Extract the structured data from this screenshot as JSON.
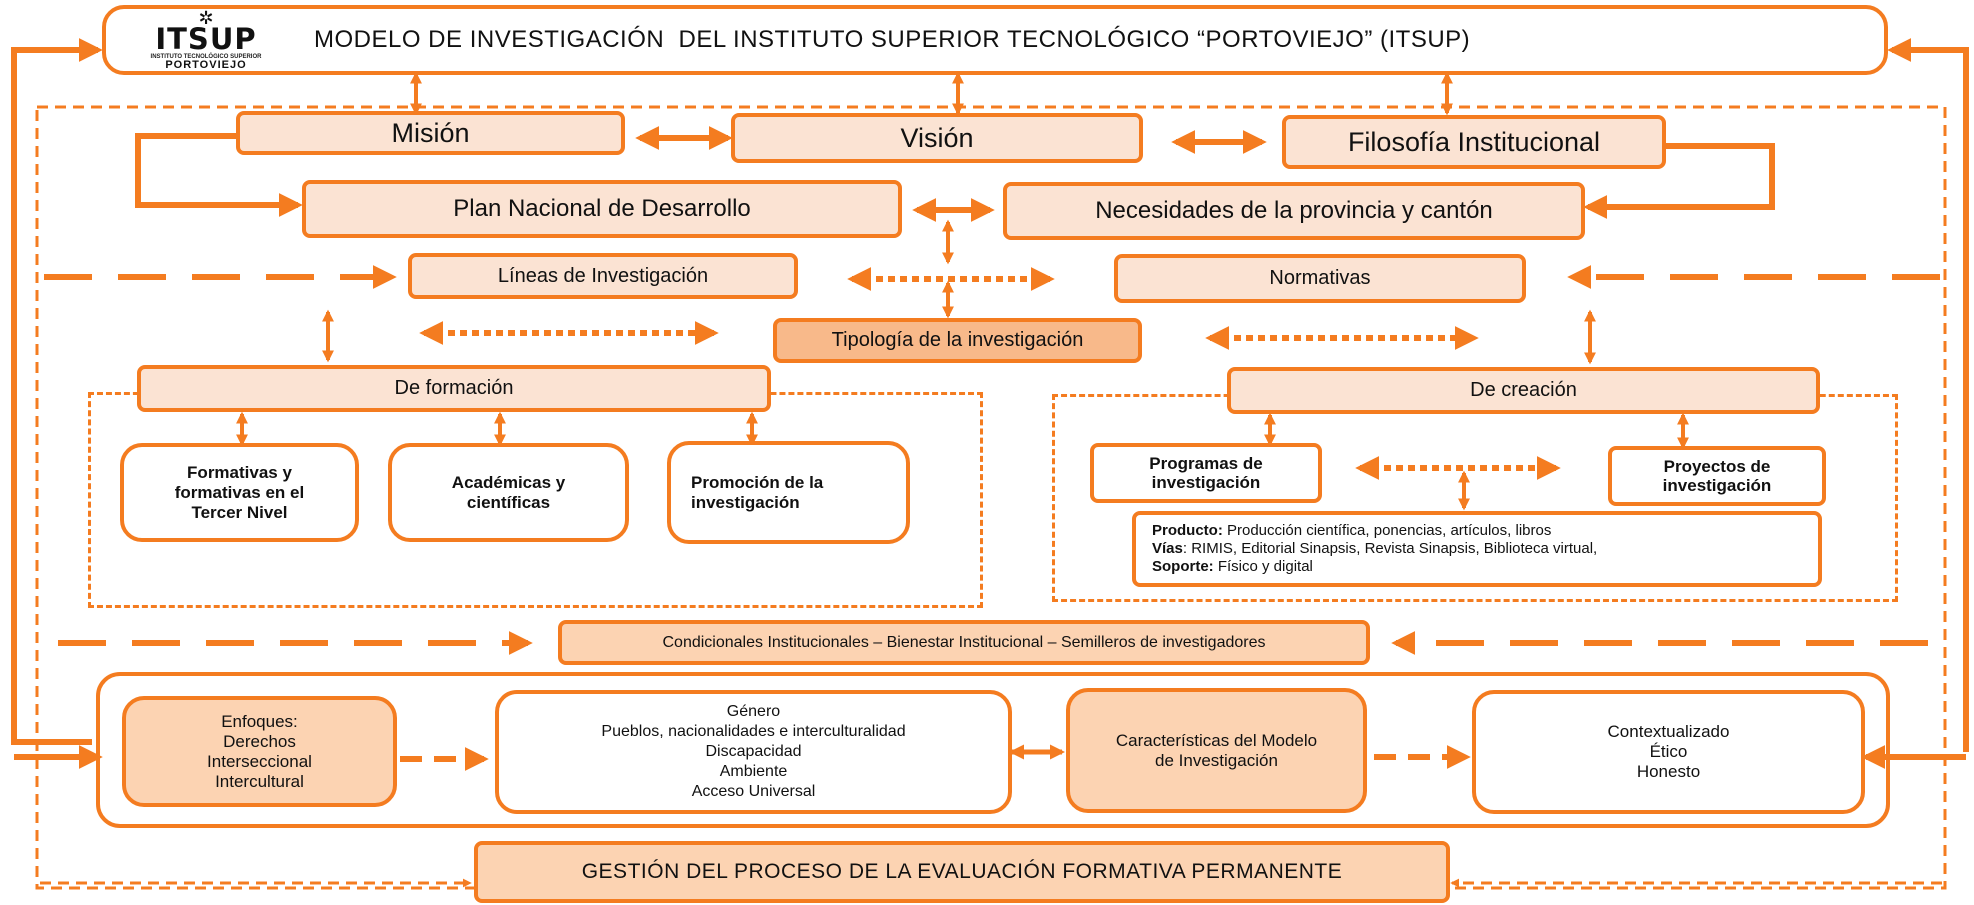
{
  "header": {
    "logo_text": "ITSUP",
    "logo_subtitle": "INSTITUTO TECNOLÓGICO SUPERIOR",
    "logo_city": "PORTOVIEJO",
    "title": "MODELO DE INVESTIGACIÓN  DEL INSTITUTO SUPERIOR TECNOLÓGICO “PORTOVIEJO” (ITSUP)"
  },
  "top_row": {
    "mision": "Misión",
    "vision": "Visión",
    "filosofia": "Filosofía  Institucional"
  },
  "second_row": {
    "plan": "Plan Nacional de Desarrollo",
    "necesidades": "Necesidades de la provincia y cantón"
  },
  "third_row": {
    "lineas": "Líneas de Investigación",
    "normativas": "Normativas",
    "tipologia": "Tipología de la investigación"
  },
  "formacion": {
    "title": "De formación",
    "items": [
      "Formativas y\nformativas en el\nTercer Nivel",
      "Académicas y\ncientíficas",
      "Promoción de la\ninvestigación"
    ]
  },
  "creacion": {
    "title": "De creación",
    "programas": "Programas de\ninvestigación",
    "proyectos": "Proyectos de\ninvestigación",
    "producto_label": "Producto:",
    "producto_text": " Producción científica, ponencias, artículos, libros",
    "vias_label": "Vías",
    "vias_text": ": RIMIS, Editorial Sinapsis, Revista Sinapsis, Biblioteca virtual,",
    "soporte_label": "Soporte:",
    "soporte_text": " Físico y digital"
  },
  "condiciones": "Condicionales Institucionales – Bienestar Institucional – Semilleros de investigadores",
  "bottom_row": {
    "enfoques": "Enfoques:\nDerechos\nInterseccional\nIntercultural",
    "genero": "Género\nPueblos, nacionalidades e interculturalidad\nDiscapacidad\nAmbiente\nAcceso Universal",
    "caracteristicas": "Características del Modelo\nde Investigación",
    "valores": "Contextualizado\nÉtico\nHonesto"
  },
  "gestion": "GESTIÓN  DEL PROCESO DE LA EVALUACIÓN FORMATIVA PERMANENTE",
  "colors": {
    "accent": "#f47c20",
    "box_light": "#fbe3d3",
    "box_tan": "#f8b98a"
  }
}
